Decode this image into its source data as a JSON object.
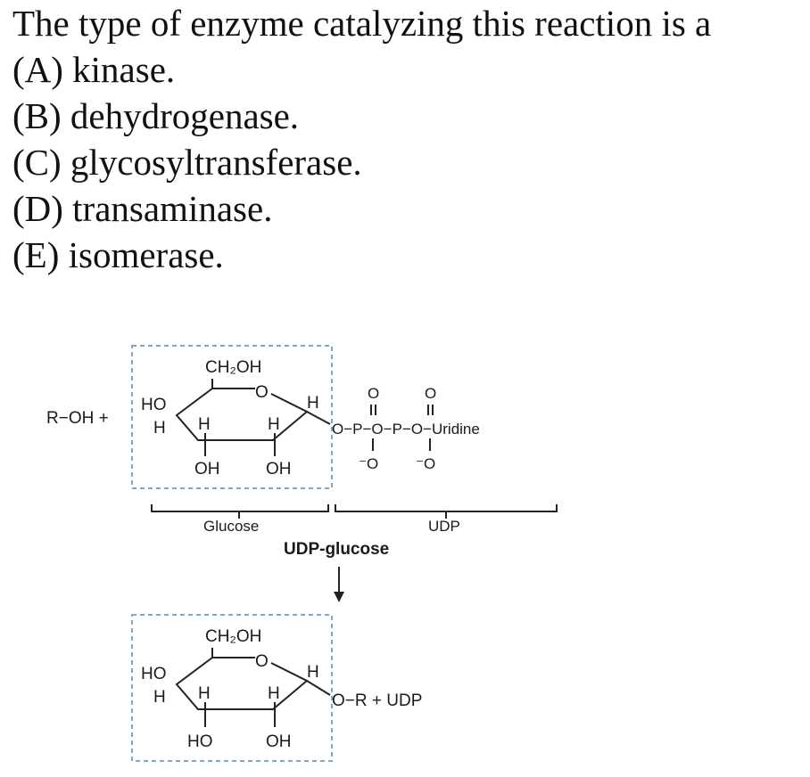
{
  "question": {
    "stem": "The type of enzyme catalyzing this reaction is a",
    "options": [
      "(A) kinase.",
      "(B) dehydrogenase.",
      "(C) glycosyltransferase.",
      "(D) transaminase.",
      "(E) isomerase."
    ]
  },
  "reaction": {
    "reactant": "R−OH +",
    "top_ring": {
      "ch2oh": "CH₂OH",
      "ring_o": "O",
      "ho": "HO",
      "h_left": "H",
      "h_inner_left": "H",
      "h_inner_right": "H",
      "h_right": "H",
      "oh_bottom_left": "OH",
      "oh_bottom_right": "OH"
    },
    "phosphate_chain": "O−P−O−P−O−Uridine",
    "phosphate_double_o_1": "O",
    "phosphate_double_o_2": "O",
    "phosphate_minus_o_1": "⁻O",
    "phosphate_minus_o_2": "⁻O",
    "bracket_glucose": "Glucose",
    "bracket_udp": "UDP",
    "compound_name": "UDP-glucose",
    "bottom_ring": {
      "ch2oh": "CH₂OH",
      "ring_o": "O",
      "ho": "HO",
      "h_left": "H",
      "h_inner_left": "H",
      "h_inner_right": "H",
      "h_right": "H",
      "ho_bottom_left": "HO",
      "oh_bottom_right": "OH"
    },
    "product": "O−R  +  UDP"
  }
}
